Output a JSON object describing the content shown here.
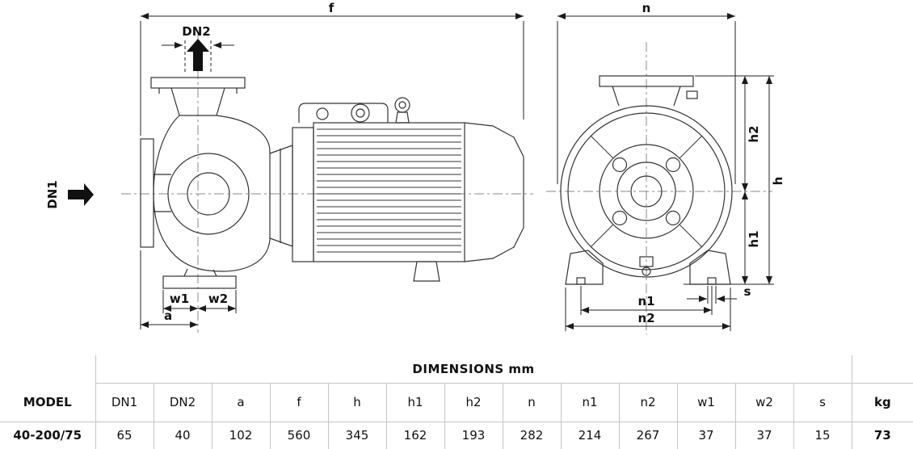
{
  "drawing": {
    "side_view_labels": {
      "f": "f",
      "dn2": "DN2",
      "dn1": "DN1",
      "w1": "w1",
      "w2": "w2",
      "a": "a"
    },
    "front_view_labels": {
      "n": "n",
      "h2": "h2",
      "h": "h",
      "h1": "h1",
      "s": "s",
      "n1": "n1",
      "n2": "n2"
    }
  },
  "table": {
    "title": "DIMENSIONS mm",
    "model_header": "MODEL",
    "weight_header": "kg",
    "columns": [
      "DN1",
      "DN2",
      "a",
      "f",
      "h",
      "h1",
      "h2",
      "n",
      "n1",
      "n2",
      "w1",
      "w2",
      "s"
    ],
    "row": {
      "model": "40-200/75",
      "values": [
        "65",
        "40",
        "102",
        "560",
        "345",
        "162",
        "193",
        "282",
        "214",
        "267",
        "37",
        "37",
        "15"
      ],
      "weight": "73"
    }
  }
}
